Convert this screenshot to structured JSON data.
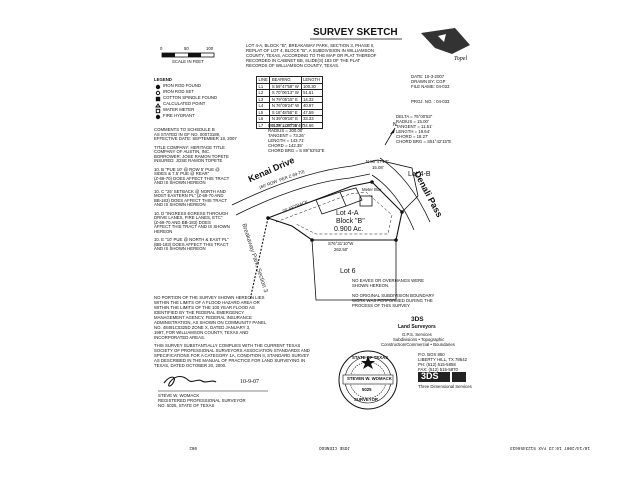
{
  "title": "SURVEY SKETCH",
  "scale": {
    "ticks": [
      "0",
      "50",
      "100"
    ],
    "label": "SCALE IN FEET"
  },
  "legend": {
    "heading": "LEGEND",
    "items": [
      "IRON ROD FOUND",
      "IRON ROD SET",
      "COTTON SPINDLE FOUND",
      "CALCULATED POINT",
      "WATER METER",
      "FIRE HYDRANT"
    ]
  },
  "description": [
    "LOT 4-A, BLOCK \"B\", BREAKAWAY PARK, SECTION 3, PHASE II,",
    "REPLAT OF LOT 4, BLOCK \"B\", A SUBDIVISION IN WILLIAMSON",
    "COUNTY, TEXAS, ACCORDING TO THE MAP OR PLAT THEREOF",
    "RECORDED IN CABINET BB, SLIDE(S) 183 OF THE PLAT",
    "RECORDS OF WILLIAMSON COUNTY, TEXAS."
  ],
  "job_info": {
    "date": "DATE: 10-3-2007",
    "drawn": "DRAWN BY: CGP",
    "file": "FILE NAME: 04-033",
    "proj": "PROJ. NO. : 04-033"
  },
  "line_table": {
    "headers": [
      "LINE",
      "BEARING",
      "LENGTH"
    ],
    "rows": [
      [
        "L1",
        "S 59°47'58\" W",
        "100.30"
      ],
      [
        "L2",
        "S 70°06'13\" W",
        "51.61"
      ],
      [
        "L3",
        "N 79°05'15\" E",
        "14.32"
      ],
      [
        "L4",
        "N 76°09'24\" W",
        "40.97"
      ],
      [
        "L5",
        "S 18°48'55\" E",
        "47.59"
      ],
      [
        "L6",
        "N 39°09'16\" E",
        "33.33"
      ],
      [
        "L7",
        "S 26°11'40\" E",
        "34.86"
      ]
    ]
  },
  "curve_left": [
    "DELTA = 27°26'48\"",
    "RADIUS = 300.00'",
    "TANGENT = 73.26'",
    "LENGTH = 143.71'",
    "CHORD = 142.35'",
    "CHORD BRG = S 89°53'53\"E"
  ],
  "curve_right": [
    "DELTA = 75°00'53\"",
    "RADIUS = 15.00'",
    "TANGENT = 11.51'",
    "LENGTH = 19.64'",
    "CHORD = 18.27'",
    "CHORD BRG = S51°42'15\"E"
  ],
  "notes": [
    "COMMENTS TO SCHEDULE B",
    "AS STATED IN GF NO. 00073189,",
    "EFFECTIVE DATE: SEPTEMBER 18, 2007",
    "",
    "TITLE COMPANY: HERITAGE TITLE",
    "COMPANY OF AUSTIN, INC.",
    "BORROWER: JOSE RAMON TOPETE",
    "INSURED: JOSE RAMON TOPETE",
    "",
    "10. B \"PUE 10' @ ROW 5' PUE @",
    "SIDES & 7.5' PUE @ REAR\"",
    "(Z-69-70) DOES AFFECT THIS TRACT",
    "AND IS SHOWN HEREON",
    "",
    "10. C \"25' SETBACK @ NORTH AND",
    "MOST EASTERN PL\" (Z-69-70 AND",
    "BB-183) DOES AFFECT THIS TRACT",
    "AND IS SHOWN HEREON",
    "",
    "10. D \"INGRESS EGRESS THROUGH",
    "DRIVE LANES, FIRE LANES, ETC\"",
    "(Z-69-70 AND BB-183) DOES",
    "AFFECT THIS TRACT AND IS SHOWN",
    "HEREON",
    "",
    "10. E \"10' PUE @ NORTH & EAST PL\"",
    "(BB-183) DOES AFFECT THIS TRACT",
    "AND IS SHOWN HEREON"
  ],
  "flood_note": [
    "NO PORTION OF THE SURVEY SHOWN HEREON LIES",
    "WITHIN THE LIMITS OF A FLOOD HAZARD AREA OR",
    "WITHIN THE LIMITS OF THE 100 YEAR FLOOD AS",
    "IDENTIFIED BY THE FEDERAL EMERGENCY",
    "MANAGEMENT AGENCY, FEDERAL INSURANCE",
    "ADMINISTRATION, AS SHOWN ON COMMUNITY PANEL",
    "NO. 48491C0325D ZONE X, DATED JANUARY 3,",
    "1997, FOR WILLIAMSON COUNTY, TEXAS AND",
    "INCORPORATED AREAS."
  ],
  "right_note": [
    "NO EAVES OR OVERHANGS WERE",
    "SHOWN HEREON.",
    "NO ORIGINAL SUBDIVISION BOUNDARY",
    "WORK WAS PERFORMED DURING THE",
    "PROCESS OF THIS SURVEY"
  ],
  "certification": [
    "THIS SURVEY SUBSTANTIALLY COMPLIES WITH THE CURRENT TEXAS",
    "SOCIETY OF PROFESSIONAL SURVEYORS ASSOCIATION STANDARDS AND",
    "SPECIFICATIONS FOR A CATEGORY 1A, CONDITION II, STANDARD SURVEY",
    "AS DESCRIBED IN THE MANUAL OF PRACTICE FOR LAND SURVEYING IN",
    "TEXAS, DATED OCTOBER 20, 2000."
  ],
  "company": {
    "name": "3DS",
    "sub": "Land Surveyors",
    "services": [
      "G.P.S. Services",
      "Subdivisions • Topographic",
      "Construction/Commercial • Boundaries"
    ],
    "address": [
      "P.O. BOX 850",
      "LIBERTY HILL, TX 78642",
      "PH: (512) 515-5858",
      "FAX: (512) 515-5870"
    ],
    "logo": "3DS",
    "tagline": "Three Dimensional Services"
  },
  "signature": {
    "date": "10-9-07",
    "line1": "STEVE W. WOMACK",
    "line2": "REGISTERED PROFESSIONAL SURVEYOR",
    "line3": "NO. 5025, STATE OF TEXAS"
  },
  "seal": {
    "outer": "STATE OF TEXAS",
    "name": "STEVEN W. WOMACK",
    "num": "5025",
    "bottom": "SURVEYOR"
  },
  "map": {
    "road1": "Kenai Drive",
    "road1_sub": "(60' ROW  PER Z-69-70)",
    "road2": "Denali Pass",
    "park": "Breakaway Park, Section 3",
    "lot_main": "Lot 4-A",
    "block": "Block \"B\"",
    "acres": "0.900 Ac.",
    "lot_ne": "Lot 4-B",
    "lot_s": "Lot 6",
    "bearing_s": "S76°31'10\"W",
    "dist_s": "262.50'",
    "bearing_n": "N 80°47'17\"",
    "dist_n": "15.08'",
    "easement": "25' SETBACK",
    "meter": "Meter Box"
  },
  "fax_header": "10/14/2007 10:23 FAX 5123456633",
  "fax_name": "JOSE CIENEGO",
  "fax_page": "002"
}
